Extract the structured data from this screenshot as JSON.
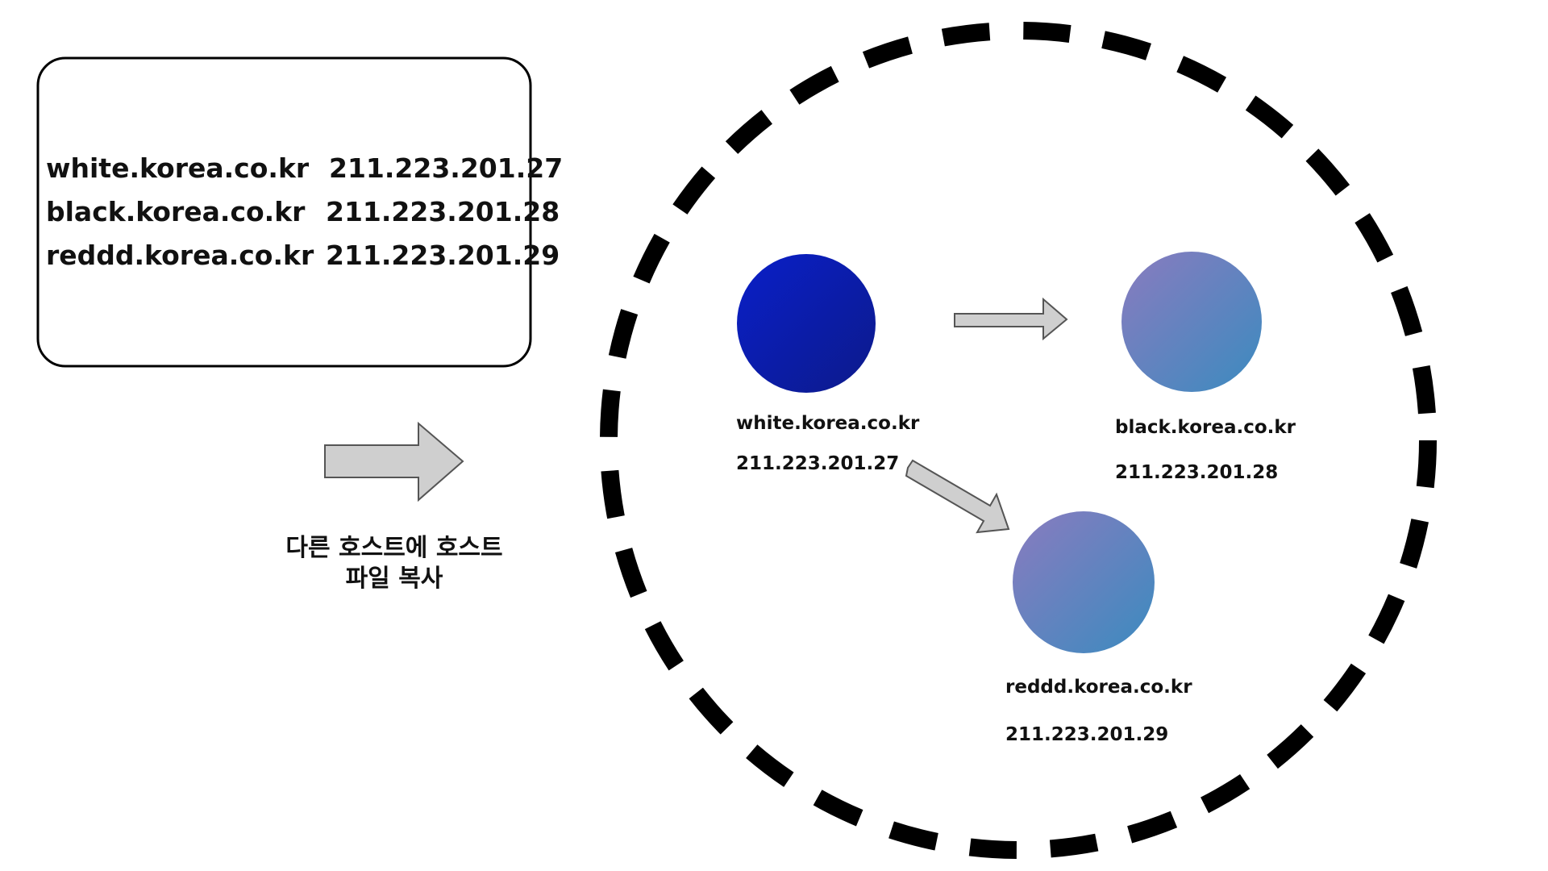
{
  "hosts_file": {
    "entries": [
      {
        "hostname": "white.korea.co.kr",
        "ip": "211.223.201.27"
      },
      {
        "hostname": "black.korea.co.kr",
        "ip": "211.223.201.28"
      },
      {
        "hostname": "reddd.korea.co.kr",
        "ip": "211.223.201.29"
      }
    ]
  },
  "copy_caption": {
    "line1": "다른 호스트에 호스트",
    "line2": "파일 복사"
  },
  "network": {
    "nodes": [
      {
        "hostname": "white.korea.co.kr",
        "ip": "211.223.201.27",
        "role": "source"
      },
      {
        "hostname": "black.korea.co.kr",
        "ip": "211.223.201.28",
        "role": "target"
      },
      {
        "hostname": "reddd.korea.co.kr",
        "ip": "211.223.201.29",
        "role": "target"
      }
    ]
  },
  "colors": {
    "source_node_start": "#0a1fc9",
    "source_node_end": "#0c1a8a",
    "target_node_start": "#8a7bbf",
    "target_node_end": "#3b8bbf",
    "arrow_fill": "#cfcfcf",
    "arrow_stroke": "#555555",
    "outline": "#000000"
  }
}
